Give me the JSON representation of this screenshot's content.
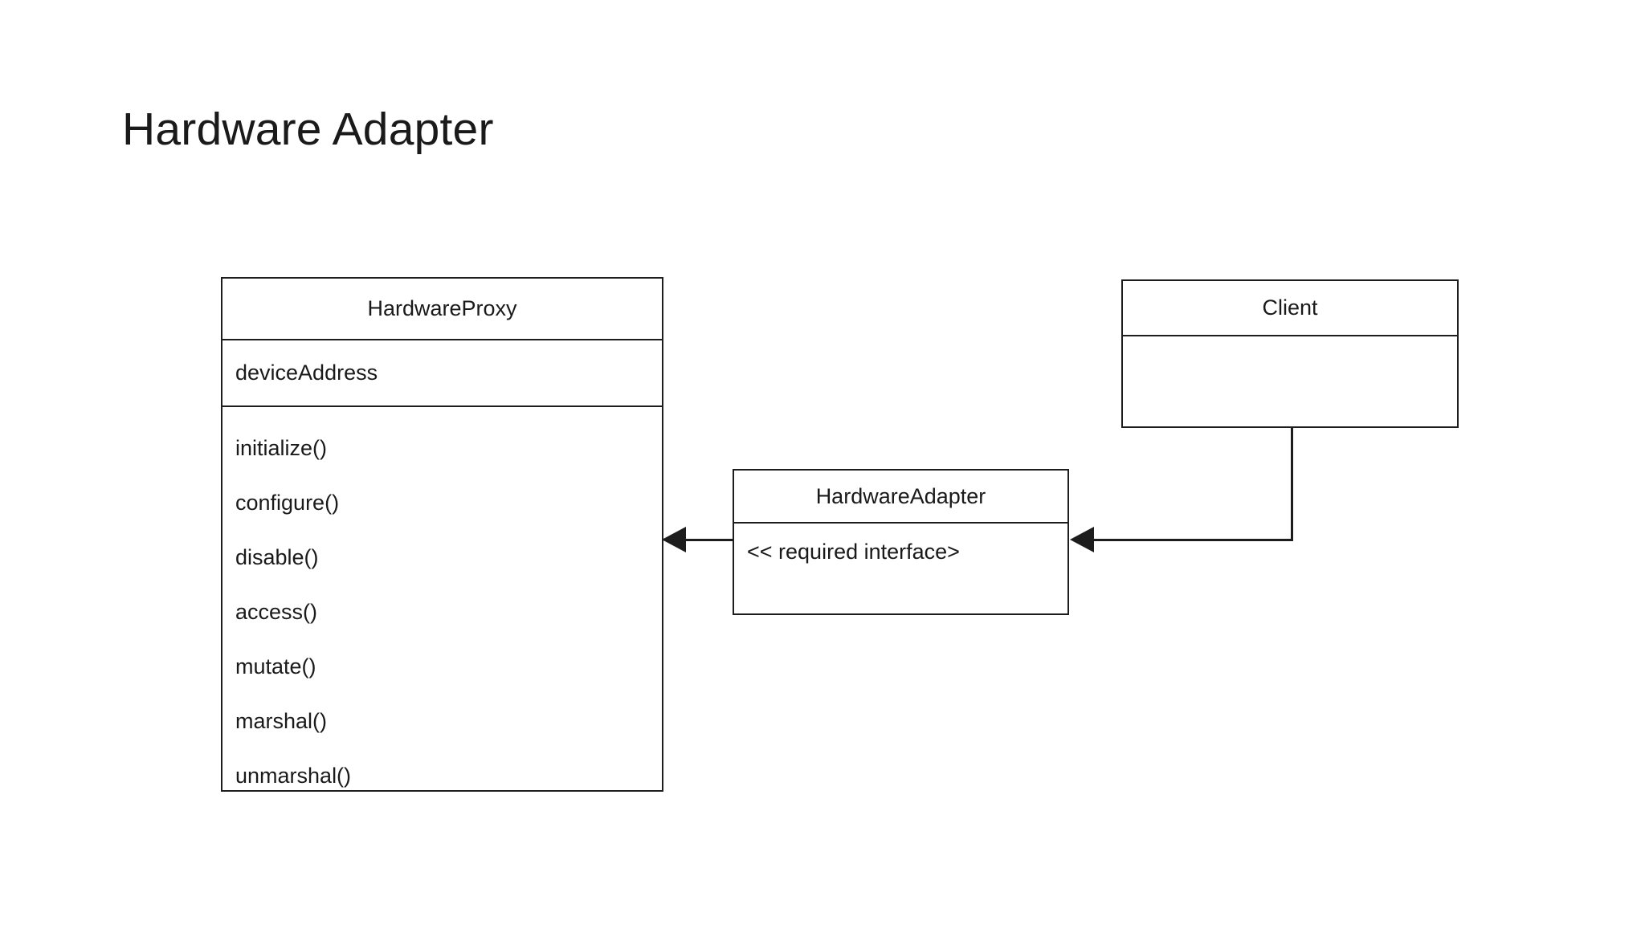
{
  "slide": {
    "title": "Hardware Adapter"
  },
  "diagram": {
    "type": "uml-class-diagram",
    "classes": [
      {
        "id": "hardwareproxy",
        "name": "HardwareProxy",
        "attributes": [
          "deviceAddress"
        ],
        "operations": [
          "initialize()",
          "configure()",
          "disable()",
          "access()",
          "mutate()",
          "marshal()",
          "unmarshal()"
        ]
      },
      {
        "id": "hardwareadapter",
        "name": "HardwareAdapter",
        "attributes": [],
        "operations": [
          "<< required interface>"
        ]
      },
      {
        "id": "client",
        "name": "Client",
        "attributes": [],
        "operations": []
      }
    ],
    "connectors": [
      {
        "id": "adapter-to-proxy",
        "from": "hardwareadapter",
        "to": "hardwareproxy",
        "style": "solid",
        "arrowhead": "filled-triangle",
        "routing": "straight"
      },
      {
        "id": "client-to-adapter",
        "from": "client",
        "to": "hardwareadapter",
        "style": "solid",
        "arrowhead": "filled-triangle",
        "routing": "elbow"
      }
    ]
  },
  "colors": {
    "background": "#ffffff",
    "stroke": "#1d1d1d",
    "text": "#1a1a1a"
  }
}
